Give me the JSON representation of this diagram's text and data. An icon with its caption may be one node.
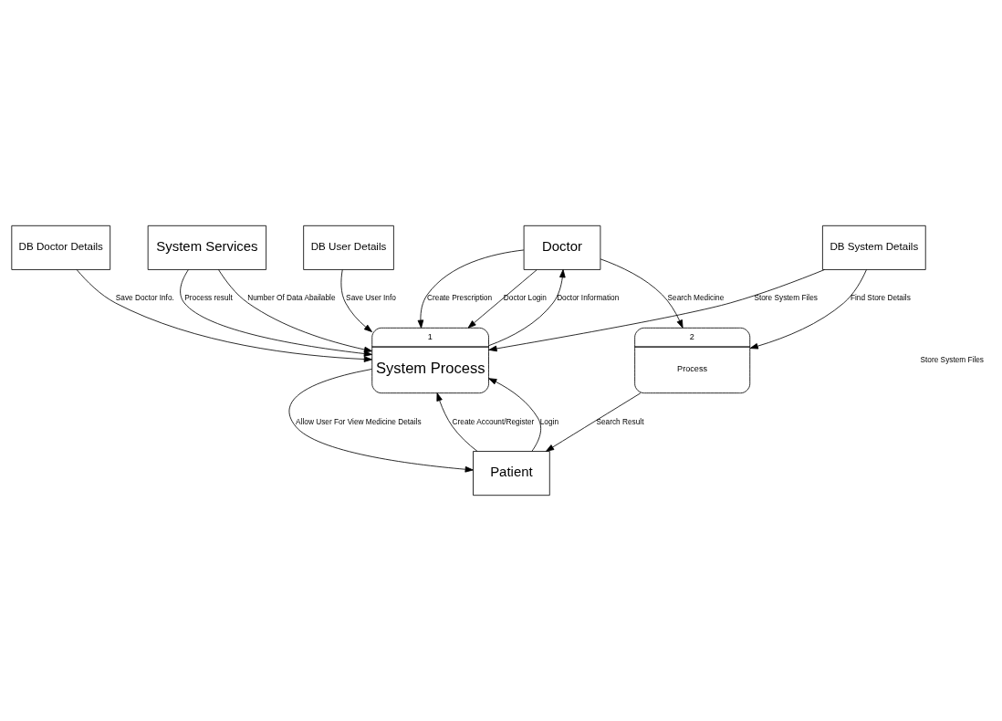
{
  "diagram": {
    "nodes": [
      {
        "text": [
          "Doctor"
        ]
      },
      {
        "text": [
          "System Services"
        ]
      },
      {
        "text": [
          "1",
          "System Process"
        ]
      },
      {
        "text": [
          "Patient"
        ]
      },
      {
        "text": [
          "DB User Details"
        ]
      },
      {
        "text": [
          "DB Doctor Details"
        ]
      },
      {
        "text": [
          "DB System Details"
        ]
      },
      {
        "text": [
          "2",
          "Process"
        ]
      }
    ],
    "edges": [
      {
        "from": 0,
        "to": 2,
        "arrow": "to",
        "label": "Create Prescription"
      },
      {
        "from": 0,
        "to": 2,
        "arrow": "to",
        "label": "Doctor Login"
      },
      {
        "from": 2,
        "to": 0,
        "arrow": "to",
        "label": "Doctor Information"
      },
      {
        "from": 2,
        "to": 3,
        "arrow": "to",
        "label": "Allow User For View Medicine Details"
      },
      {
        "from": 3,
        "to": 2,
        "arrow": "to",
        "label": "Create Account/Register"
      },
      {
        "from": 3,
        "to": 2,
        "arrow": "to",
        "label": "Login"
      },
      {
        "from": 1,
        "to": 2,
        "arrow": "to",
        "label": "Number Of Data Abailable"
      },
      {
        "from": 1,
        "to": 2,
        "arrow": "to",
        "label": "Process result"
      },
      {
        "from": 4,
        "to": 2,
        "arrow": "to",
        "label": "Save User Info"
      },
      {
        "from": 5,
        "to": 2,
        "arrow": "to",
        "label": "Save Doctor Info."
      },
      {
        "from": 6,
        "to": 2,
        "arrow": "to",
        "label": "Store System Files"
      },
      {
        "from": 7,
        "to": 3,
        "arrow": "to",
        "label": "Search Result"
      },
      {
        "from": 6,
        "to": 7,
        "arrow": "to",
        "label": "Find Store Details"
      },
      {
        "from": 0,
        "to": 7,
        "arrow": "to",
        "label": "Search Medicine"
      }
    ],
    "labels": [
      "Store System Files"
    ]
  }
}
